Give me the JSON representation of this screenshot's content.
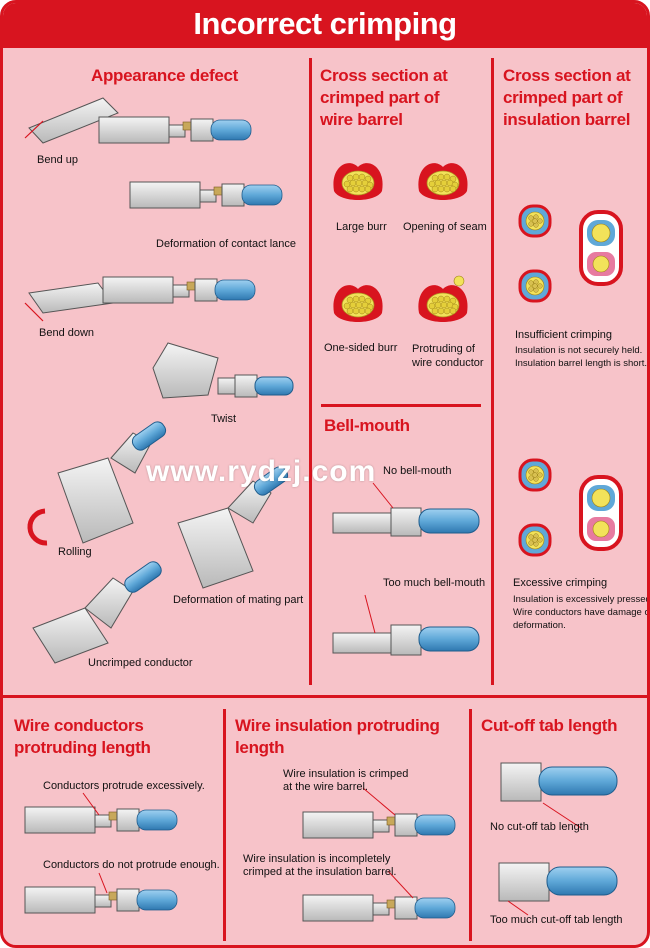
{
  "title": "Incorrect crimping",
  "watermark": "www.rydzj.com",
  "colors": {
    "accent": "#d8141f",
    "panel": "#f7c3c9",
    "wire": "#5fa8d8",
    "conductor": "#c8a85a"
  },
  "sections": {
    "appearance": {
      "heading": "Appearance defect",
      "labels": {
        "bend_up": "Bend up",
        "contact_lance": "Deformation of contact lance",
        "bend_down": "Bend down",
        "twist": "Twist",
        "rolling": "Rolling",
        "mating_part": "Deformation of mating part",
        "uncrimped": "Uncrimped conductor"
      }
    },
    "wire_barrel": {
      "heading_lines": [
        "Cross section at",
        "crimped part of",
        "wire barrel"
      ],
      "labels": {
        "large_burr": "Large burr",
        "opening_seam": "Opening of seam",
        "one_sided_burr": "One-sided burr",
        "protruding_line1": "Protruding of",
        "protruding_line2": "wire conductor"
      }
    },
    "bell_mouth": {
      "heading": "Bell-mouth",
      "labels": {
        "no_bell_mouth": "No bell-mouth",
        "too_much": "Too much bell-mouth"
      }
    },
    "insulation_barrel": {
      "heading_lines": [
        "Cross section at",
        "crimped part of",
        "insulation barrel"
      ],
      "insufficient": {
        "title": "Insufficient crimping",
        "line1": "Insulation is not securely held.",
        "line2": "Insulation barrel length is short."
      },
      "excessive": {
        "title": "Excessive crimping",
        "line1": "Insulation is excessively pressed.",
        "line2": "Wire conductors have damage or",
        "line3": "deformation."
      }
    },
    "conductors": {
      "heading_lines": [
        "Wire conductors",
        "protruding length"
      ],
      "labels": {
        "excessive": "Conductors protrude excessively.",
        "not_enough": "Conductors do not protrude enough."
      }
    },
    "insulation": {
      "heading_lines": [
        "Wire insulation protruding",
        "length"
      ],
      "labels": {
        "crimped_line1": "Wire insulation is crimped",
        "crimped_line2": "at the wire barrel.",
        "incomplete_line1": "Wire insulation is incompletely",
        "incomplete_line2": "crimped at the insulation barrel."
      }
    },
    "cutoff": {
      "heading": "Cut-off tab length",
      "labels": {
        "none": "No cut-off tab length",
        "too_much": "Too much cut-off tab length"
      }
    }
  }
}
